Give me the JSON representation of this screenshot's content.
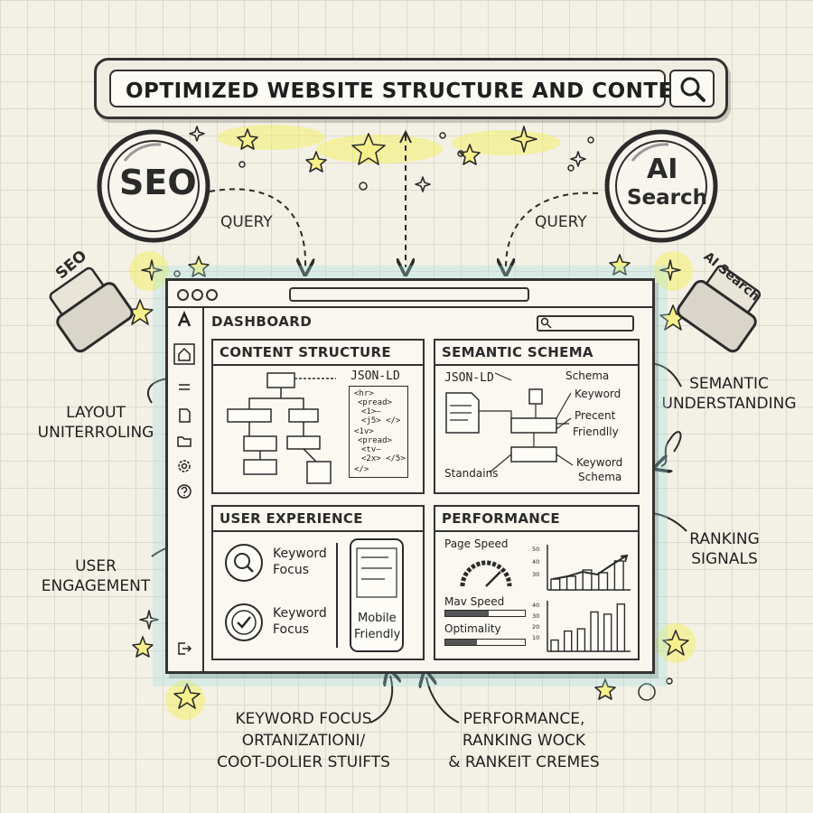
{
  "search_bar": {
    "title": "OPTIMIZED WEBSITE STRUCTURE AND CONTENT"
  },
  "magnifiers": {
    "left": {
      "lens_text": "SEO",
      "handle_text": "SEO"
    },
    "right": {
      "lens_text_line1": "AI",
      "lens_text_line2": "Search",
      "handle_text": "AI Search"
    }
  },
  "query_labels": {
    "left": "QUERY",
    "right": "QUERY"
  },
  "dashboard": {
    "title": "DASHBOARD",
    "panels": {
      "content_structure": {
        "title": "CONTENT STRUCTURE",
        "label": "JSON-LD",
        "code_lines": [
          "<hr>",
          "<pread>",
          "<1>—",
          "<j5> </>",
          "<1v>",
          "<pread>",
          "<tv—",
          "<2x> </5>",
          "</>"
        ]
      },
      "semantic_schema": {
        "title": "SEMANTIC SCHEMA",
        "json_ld": "JSON-LD",
        "schema": "Schema",
        "keyword": "Keyword",
        "precent": "Precent",
        "friendlly": "Friendlly",
        "standains": "Standains",
        "keyword_schema_1": "Keyword",
        "keyword_schema_2": "Schema"
      },
      "user_experience": {
        "title": "USER EXPERIENCE",
        "item1_line1": "Keyword",
        "item1_line2": "Focus",
        "item2_line1": "Keyword",
        "item2_line2": "Focus",
        "mobile_line1": "Mobile",
        "mobile_line2": "Friendly"
      },
      "performance": {
        "title": "PERFORMANCE",
        "page_speed": "Page Speed",
        "mav_speed": "Mav Speed",
        "optimality": "Optimality",
        "mav_speed_fill": 0.55,
        "optimality_fill": 0.4
      }
    }
  },
  "side_labels": {
    "layout_line1": "LAYOUT",
    "layout_line2": "UNITERROLING",
    "semantic_line1": "SEMANTIC",
    "semantic_line2": "UNDERSTANDING",
    "user_line1": "USER",
    "user_line2": "ENGAGEMENT",
    "ranking_line1": "RANKING",
    "ranking_line2": "SIGNALS"
  },
  "bottom_labels": {
    "left_line1": "KEYWORD FOCUS",
    "left_line2": "ORTANIZATIONI/",
    "left_line3": "COOT-DOLIER STUIFTS",
    "right_line1": "PERFORMANCE,",
    "right_line2": "RANKING WOCK",
    "right_line3": "& RANKEIT CREMES"
  },
  "chart_data": [
    {
      "type": "bar",
      "title": "",
      "y_ticks": [
        "50",
        "40",
        "30"
      ],
      "values": [
        12,
        15,
        22,
        19,
        32
      ],
      "trend": [
        12,
        15,
        20,
        17,
        28,
        38
      ],
      "ylim": [
        0,
        50
      ]
    },
    {
      "type": "bar",
      "title": "",
      "y_ticks": [
        "40",
        "30",
        "20",
        "10"
      ],
      "values": [
        10,
        18,
        20,
        35,
        33,
        42
      ],
      "ylim": [
        0,
        45
      ]
    }
  ],
  "colors": {
    "ink": "#2b2b2b",
    "highlight_yellow": "#f4f06a",
    "highlight_cyan": "#a8e4e4",
    "paper": "#f3f0e6"
  }
}
